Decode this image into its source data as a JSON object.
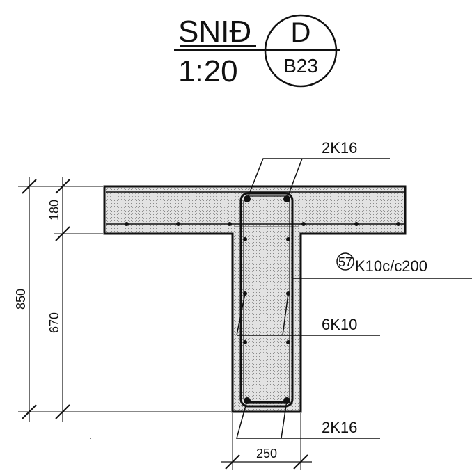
{
  "title": {
    "section_label": "SNIĐ",
    "scale": "1:20",
    "section_id": "D",
    "sheet_ref": "B23"
  },
  "rebar_labels": {
    "top_bars": "2K16",
    "stirrup_mark": "57",
    "stirrup": "K10c/c200",
    "side_bars": "6K10",
    "bottom_bars": "2K16"
  },
  "dimensions": {
    "total_height": "850",
    "flange_height": "180",
    "web_height": "670",
    "web_width": "250"
  },
  "colors": {
    "line": "#111111",
    "concrete_fill": "#d9d9d9",
    "background": "#ffffff"
  }
}
